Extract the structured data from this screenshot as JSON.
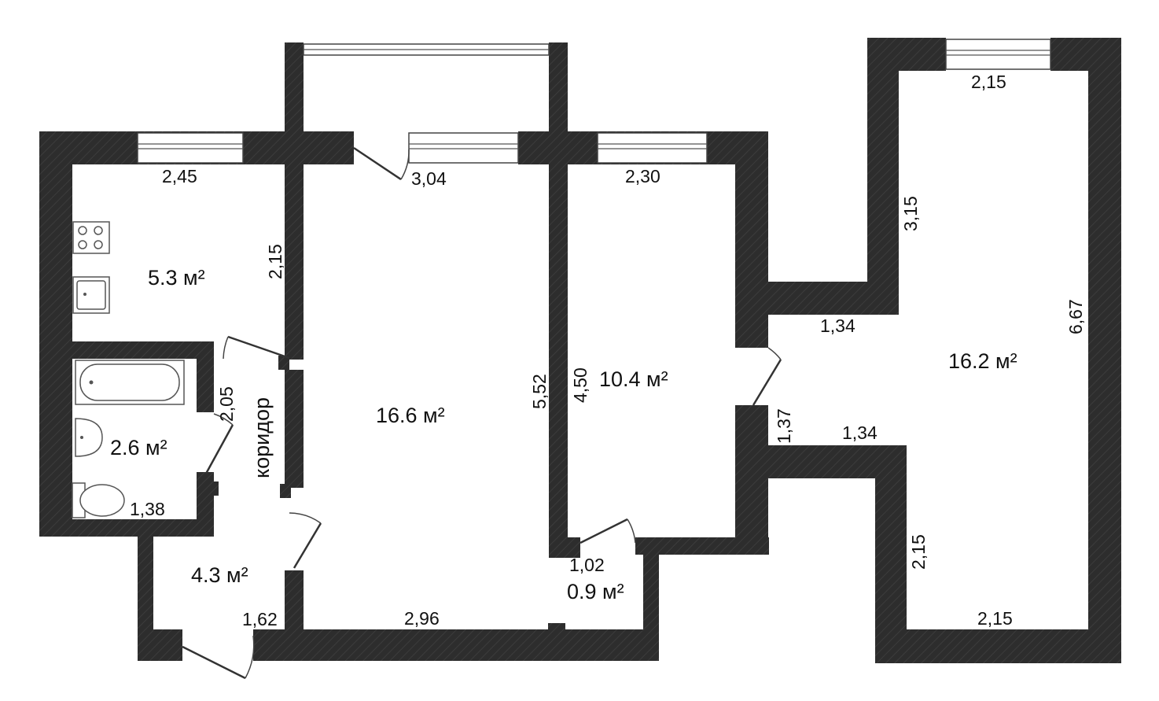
{
  "colors": {
    "wall": "#2d2d2d",
    "background": "#ffffff",
    "text": "#111111"
  },
  "rooms": {
    "kitchen": "5.3 м²",
    "bathroom": "2.6 м²",
    "hall": "4.3 м²",
    "living": "16.6 м²",
    "bedroom": "10.4 м²",
    "closet": "0.9 м²",
    "big_room": "16.2 м²"
  },
  "corridor_label": "коридор",
  "dimensions": {
    "kitchen_width": "2,45",
    "kitchen_depth": "2,15",
    "living_width": "3,04",
    "bedroom_width": "2,30",
    "right_window": "2,15",
    "right_upper_depth": "3,15",
    "right_depth": "6,67",
    "niche_top": "1,34",
    "niche_bottom": "1,34",
    "opening": "1,37",
    "right_lower_depth": "2,15",
    "right_bottom": "2,15",
    "living_depth": "5,52",
    "bedroom_depth": "4,50",
    "closet_width": "1,02",
    "bath_depth": "2,05",
    "bath_width": "1,38",
    "hall_width": "1,62",
    "living_bottom": "2,96"
  },
  "icons": [
    "stove-icon",
    "sink-icon",
    "bathtub-icon",
    "washbasin-icon",
    "toilet-icon"
  ]
}
